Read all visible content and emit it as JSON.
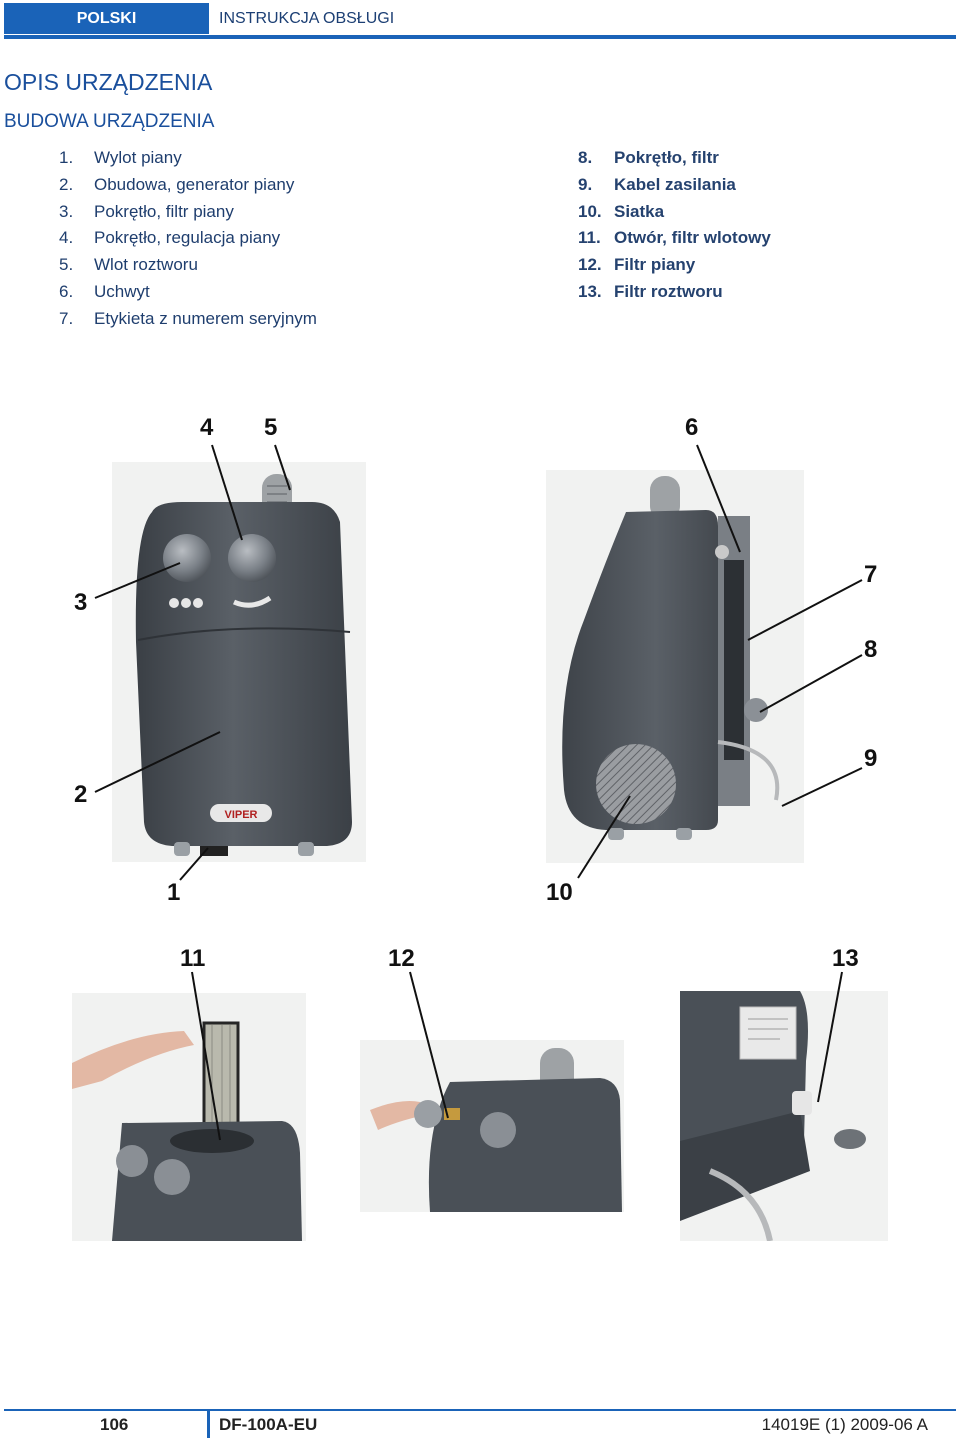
{
  "header": {
    "language_tab": "POLSKI",
    "title": "INSTRUKCJA OBSŁUGI"
  },
  "section": {
    "title": "OPIS URZĄDZENIA",
    "subtitle": "BUDOWA URZĄDZENIA"
  },
  "parts_left": [
    {
      "num": "1.",
      "label": "Wylot piany"
    },
    {
      "num": "2.",
      "label": "Obudowa, generator piany"
    },
    {
      "num": "3.",
      "label": "Pokrętło, filtr piany"
    },
    {
      "num": "4.",
      "label": "Pokrętło, regulacja piany"
    },
    {
      "num": "5.",
      "label": "Wlot roztworu"
    },
    {
      "num": "6.",
      "label": "Uchwyt"
    },
    {
      "num": "7.",
      "label": "Etykieta z numerem seryjnym"
    }
  ],
  "parts_right": [
    {
      "num": "8.",
      "label": "Pokrętło, filtr"
    },
    {
      "num": "9.",
      "label": "Kabel zasilania"
    },
    {
      "num": "10.",
      "label": "Siatka"
    },
    {
      "num": "11.",
      "label": "Otwór, filtr wlotowy"
    },
    {
      "num": "12.",
      "label": "Filtr piany"
    },
    {
      "num": "13.",
      "label": "Filtr roztworu"
    }
  ],
  "photos": {
    "front_brand": "VIPER",
    "callouts": {
      "c1": "1",
      "c2": "2",
      "c3": "3",
      "c4": "4",
      "c5": "5",
      "c6": "6",
      "c7": "7",
      "c8": "8",
      "c9": "9",
      "c10": "10",
      "c11": "11",
      "c12": "12",
      "c13": "13"
    }
  },
  "footer": {
    "page_number": "106",
    "model": "DF-100A-EU",
    "doc_id": "14019E (1) 2009-06 A"
  },
  "colors": {
    "accent_blue": "#1a63b8",
    "heading_blue": "#1a4f9c",
    "device_gray": "#4a5057"
  }
}
